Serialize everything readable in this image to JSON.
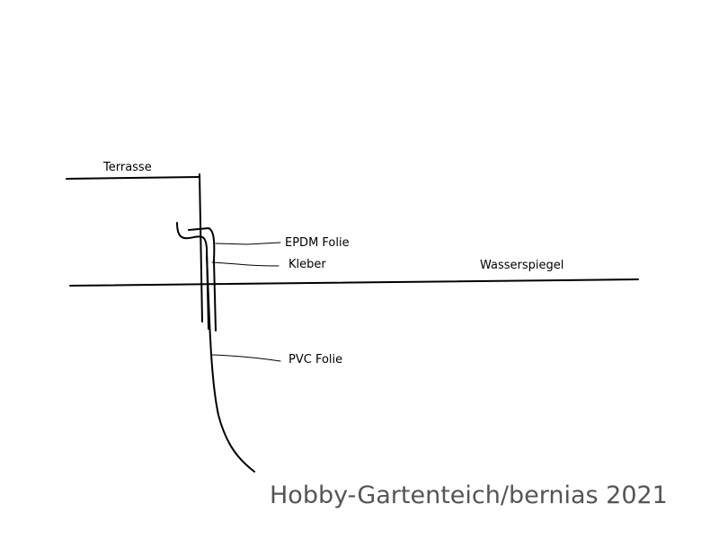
{
  "diagram": {
    "labels": {
      "terrasse": "Terrasse",
      "epdm": "EPDM Folie",
      "kleber": "Kleber",
      "wasserspiegel": "Wasserspiegel",
      "pvc": "PVC Folie"
    },
    "watermark": "Hobby-Gartenteich/bernias 2021",
    "colors": {
      "line": "#000000",
      "watermark": "#555555",
      "background": "#ffffff"
    }
  }
}
